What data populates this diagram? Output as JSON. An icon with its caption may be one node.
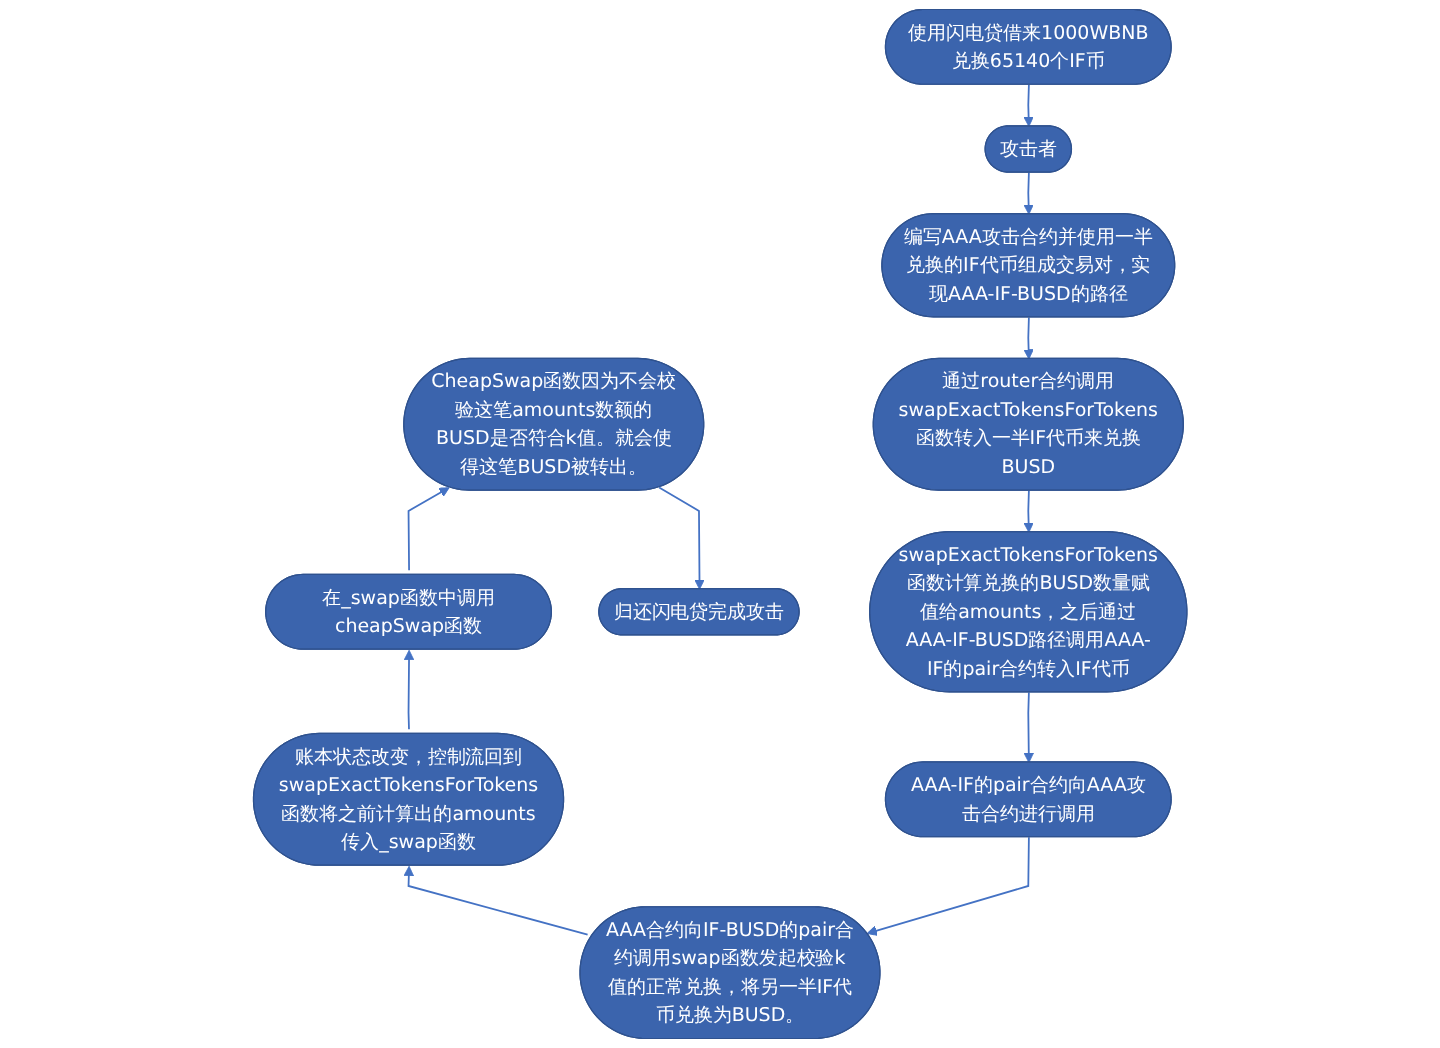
{
  "diagram": {
    "nodes": [
      {
        "text": [
          "攻击者"
        ]
      },
      {
        "text": [
          "使用闪电贷借来1000WBNB兑换65140个IF币"
        ]
      },
      {
        "text": [
          "编写AAA攻击合约并使用一半兑换的IF代币组成交易对，实现AAA-IF-BUSD的路径"
        ]
      },
      {
        "text": [
          "CheapSwap函数因为不会校验这笔amounts数额的BUSD是否符合k值。就会使得这笔BUSD被转出。"
        ]
      },
      {
        "text": [
          "归还闪电贷完成攻击"
        ]
      },
      {
        "text": [
          "通过router合约调用swapExactTokensForTokens函数转入一半IF代币来兑换BUSD"
        ]
      },
      {
        "text": [
          "在_swap函数中调用cheapSwap函数"
        ]
      },
      {
        "text": [
          "swapExactTokensForTokens函数计算兑换的BUSD数量赋值给amounts，之后通过AAA-IF-BUSD路径调用AAA-IF的pair合约转入IF代币"
        ]
      },
      {
        "text": [
          "账本状态改变，控制流回到swapExactTokensForTokens函数将之前计算出的amounts传入_swap函数"
        ]
      },
      {
        "text": [
          "AAA-IF的pair合约向AAA攻击合约进行调用"
        ]
      },
      {
        "text": [
          "AAA合约向IF-BUSD的pair合约调用swap函数发起校验k值的正常兑换，将另一半IF代币兑换为BUSD。"
        ]
      }
    ],
    "edges": [
      {
        "from": 1,
        "to": 0,
        "arrow": "to"
      },
      {
        "from": 0,
        "to": 2,
        "arrow": "to"
      },
      {
        "from": 2,
        "to": 5,
        "arrow": "to"
      },
      {
        "from": 5,
        "to": 7,
        "arrow": "to"
      },
      {
        "from": 7,
        "to": 9,
        "arrow": "to"
      },
      {
        "from": 9,
        "to": 10,
        "arrow": "to"
      },
      {
        "from": 10,
        "to": 8,
        "arrow": "to"
      },
      {
        "from": 8,
        "to": 6,
        "arrow": "to"
      },
      {
        "from": 6,
        "to": 3,
        "arrow": "to"
      },
      {
        "from": 3,
        "to": 4,
        "arrow": "to"
      }
    ]
  }
}
